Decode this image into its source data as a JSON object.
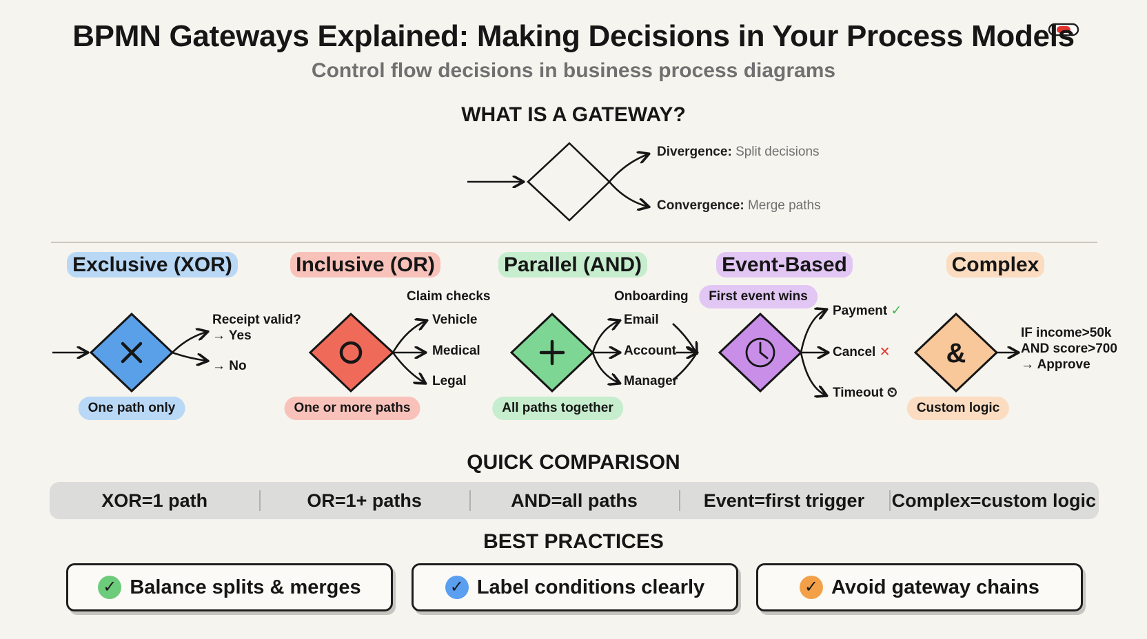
{
  "title": "BPMN Gateways Explained: Making Decisions in Your Process Models",
  "subtitle": "Control flow decisions in business process diagrams",
  "intro": {
    "heading": "WHAT IS A GATEWAY?",
    "divergence_term": "Divergence:",
    "divergence_text": "Split decisions",
    "convergence_term": "Convergence:",
    "convergence_text": "Merge paths"
  },
  "gateways": [
    {
      "name": "Exclusive (XOR)",
      "symbol": "X",
      "icon": "x-icon",
      "fill": "#5aa0e8",
      "highlight": "#b9d8f6",
      "question": "Receipt valid?",
      "branches": [
        "→ Yes",
        "→ No"
      ],
      "pill": "One path only"
    },
    {
      "name": "Inclusive (OR)",
      "symbol": "O",
      "icon": "circle-icon",
      "fill": "#f06a5a",
      "highlight": "#f8c2ba",
      "question": "Claim checks",
      "branches": [
        "Vehicle",
        "Medical",
        "Legal"
      ],
      "pill": "One or more paths"
    },
    {
      "name": "Parallel (AND)",
      "symbol": "+",
      "icon": "plus-icon",
      "fill": "#7ed694",
      "highlight": "#c6edcd",
      "question": "Onboarding",
      "branches": [
        "Email",
        "Account",
        "Manager"
      ],
      "pill": "All paths together"
    },
    {
      "name": "Event-Based",
      "symbol": "clock",
      "icon": "clock-icon",
      "fill": "#c88ee8",
      "highlight": "#e2c6f4",
      "question": "First event wins",
      "branches": [
        "Payment",
        "Cancel",
        "Timeout"
      ],
      "branch_marks": [
        "✓",
        "✕",
        "⏲"
      ],
      "pill": ""
    },
    {
      "name": "Complex",
      "symbol": "&",
      "icon": "ampersand-icon",
      "fill": "#f8c79a",
      "highlight": "#fbdcc0",
      "question": "",
      "branches": [
        "IF income>50k",
        "AND score>700",
        "→ Approve"
      ],
      "pill": "Custom logic"
    }
  ],
  "comparison": {
    "heading": "QUICK COMPARISON",
    "items": [
      "XOR=1 path",
      "OR=1+ paths",
      "AND=all paths",
      "Event=first trigger",
      "Complex=custom logic"
    ]
  },
  "best_practices": {
    "heading": "BEST PRACTICES",
    "items": [
      {
        "text": "Balance splits & merges",
        "color": "#6dcc7b"
      },
      {
        "text": "Label conditions clearly",
        "color": "#5a9ff0"
      },
      {
        "text": "Avoid gateway chains",
        "color": "#f3a049"
      }
    ]
  },
  "colors": {
    "background": "#f6f4ee",
    "ink": "#161616",
    "divider": "#c9c6bd",
    "toggle_red": "#e0342c"
  }
}
